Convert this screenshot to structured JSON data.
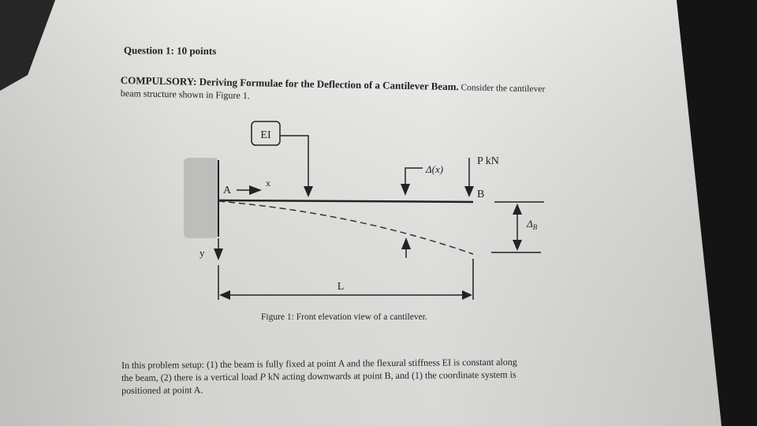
{
  "question": {
    "title": "Question 1: 10 points",
    "heading_bold": "COMPULSORY: Deriving Formulae for the Deflection of a Cantilever Beam.",
    "heading_rest": " Consider the cantilever",
    "heading_line2": "beam structure shown in Figure 1."
  },
  "figure": {
    "ei_label": "EI",
    "load_label": "P kN",
    "deflection_x_label": "Δ(x)",
    "deflection_b_label": "Δ",
    "deflection_b_sub": "B",
    "point_a": "A",
    "point_b": "B",
    "axis_x": "x",
    "axis_y": "y",
    "length_label": "L",
    "caption": "Figure 1: Front elevation view of a cantilever."
  },
  "paragraph": {
    "line1": "In this problem setup: (1) the beam is fully fixed at point A and the flexural stiffness EI is constant along",
    "line2_a": "the beam, (2) there is a vertical load ",
    "line2_p": "P",
    "line2_b": " kN acting downwards at point B, and (1) the coordinate system is",
    "line3": "positioned at point A."
  }
}
